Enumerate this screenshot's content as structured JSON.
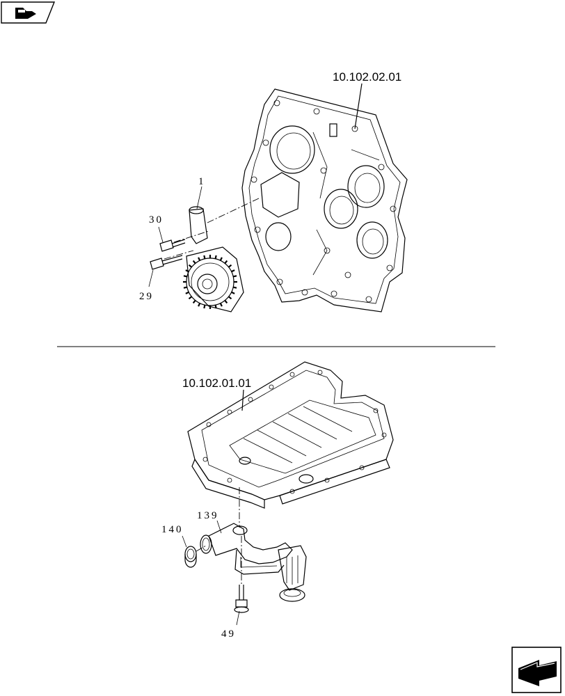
{
  "header": {
    "nav_icon": "book-arrow-icon"
  },
  "footer": {
    "next_icon": "next-page-arrow-icon"
  },
  "upper_assembly": {
    "reference": "10.102.02.01",
    "callouts": {
      "part_1": "1",
      "part_30": "30",
      "part_29": "29"
    }
  },
  "lower_assembly": {
    "reference": "10.102.01.01",
    "callouts": {
      "part_139": "139",
      "part_140": "140",
      "part_49": "49"
    }
  }
}
